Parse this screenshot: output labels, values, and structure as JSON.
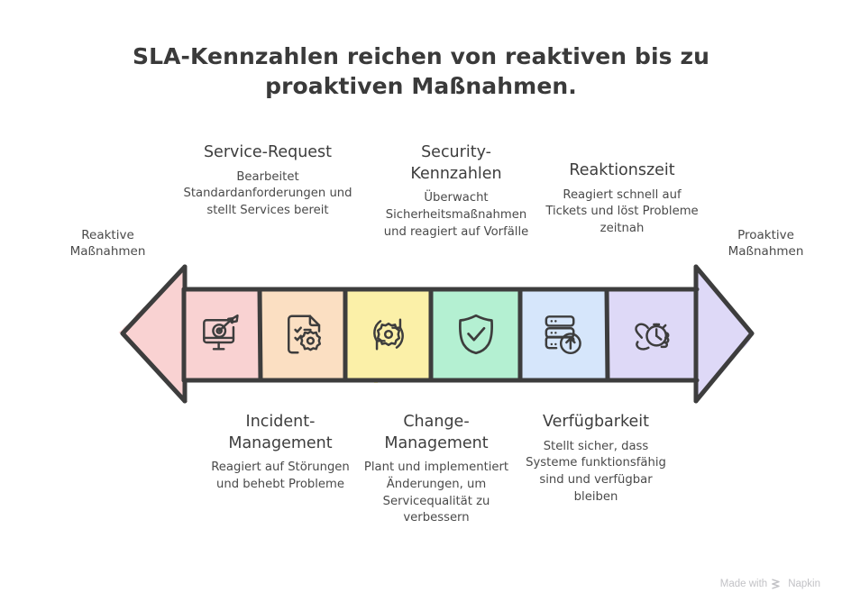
{
  "title": "SLA-Kennzahlen reichen von reaktiven bis zu proaktiven Maßnahmen.",
  "axis": {
    "left_label": "Reaktive Maßnahmen",
    "right_label": "Proaktive Maßnahmen"
  },
  "colors": {
    "stroke": "#3d3d3d",
    "text": "#3d3d3d",
    "box_1": "#f9d2d2",
    "box_2": "#fbdfc2",
    "box_3": "#fbf0a8",
    "box_4": "#b4f0d2",
    "box_5": "#d6e6fb",
    "box_6": "#ded9f7",
    "arrow_left": "#f9d2d2",
    "arrow_right": "#ded9f7",
    "watermark": "#c2c2c6"
  },
  "steps": [
    {
      "index": 1,
      "icon": "monitor-target-icon",
      "fill": "#f9d2d2",
      "position": "top",
      "title": "Service-Request",
      "desc": "Bearbeitet Standardanforderungen und stellt Services bereit"
    },
    {
      "index": 2,
      "icon": "document-checklist-gear-icon",
      "fill": "#fbdfc2",
      "position": "bottom",
      "title": "Incident-Management",
      "desc": "Reagiert auf Störungen und behebt Probleme"
    },
    {
      "index": 3,
      "icon": "gear-refresh-icon",
      "fill": "#fbf0a8",
      "position": "bottom",
      "title": "Change-Management",
      "desc": "Plant und implementiert Änderungen, um Servicequalität zu verbessern"
    },
    {
      "index": 4,
      "icon": "shield-check-icon",
      "fill": "#b4f0d2",
      "position": "top",
      "title": "Security-Kennzahlen",
      "desc": "Überwacht Sicherheitsmaßnahmen und reagiert auf Vorfälle"
    },
    {
      "index": 5,
      "icon": "server-upload-icon",
      "fill": "#d6e6fb",
      "position": "bottom",
      "title": "Verfügbarkeit",
      "desc": "Stellt sicher, dass Systeme funktionsfähig sind und verfügbar bleiben"
    },
    {
      "index": 6,
      "icon": "hand-stopwatch-icon",
      "fill": "#ded9f7",
      "position": "top",
      "title": "Reaktionszeit",
      "desc": "Reagiert schnell auf Tickets und löst Probleme zeitnah"
    }
  ],
  "watermark": {
    "prefix": "Made with",
    "brand": "Napkin"
  }
}
